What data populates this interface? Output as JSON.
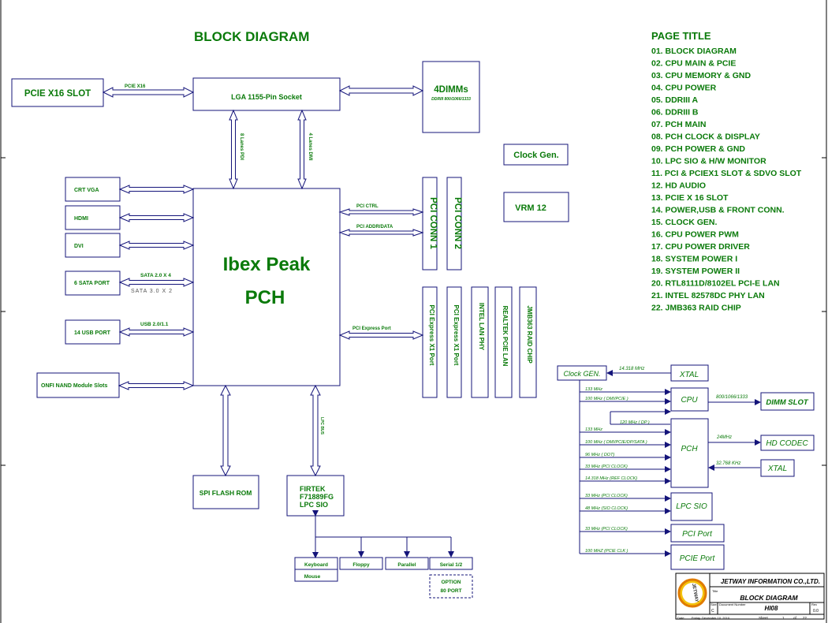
{
  "title": "BLOCK DIAGRAM",
  "page_title": {
    "heading": "PAGE  TITLE",
    "items": [
      "01. BLOCK DIAGRAM",
      "02. CPU MAIN & PCIE",
      "03. CPU MEMORY & GND",
      "04. CPU POWER",
      "05. DDRIII A",
      "06. DDRIII B",
      "07. PCH MAIN",
      "08. PCH CLOCK & DISPLAY",
      "09. PCH POWER & GND",
      "10. LPC SIO & H/W MONITOR",
      "11. PCI & PCIEX1  SLOT &  SDVO SLOT",
      "12. HD AUDIO",
      "13. PCIE X 16 SLOT",
      "14. POWER,USB & FRONT CONN.",
      "15. CLOCK GEN.",
      "16. CPU POWER PWM",
      "17. CPU POWER DRIVER",
      "18. SYSTEM POWER I",
      "19. SYSTEM POWER II",
      "20. RTL8111D/8102EL PCI-E LAN",
      "21. INTEL 82578DC PHY LAN",
      "22. JMB363 RAID CHIP"
    ]
  },
  "blocks": {
    "pcie_slot": "PCIE X16 SLOT",
    "socket": "LGA 1155-Pin Socket",
    "dimms": "4DIMMs",
    "dimms_sub": "DDRIII 800/1066/1333",
    "clock_gen": "Clock Gen.",
    "vrm": "VRM 12",
    "pch_line1": "Ibex Peak",
    "pch_line2": "PCH",
    "crt": "CRT VGA",
    "hdmi": "HDMI",
    "dvi": "DVI",
    "sata": "6 SATA PORT",
    "usb": "14 USB PORT",
    "onfi": "ONFI NAND Module Slots",
    "spi": "SPI FLASH ROM",
    "sio_line1": "FIRTEK",
    "sio_line2": "F71889FG",
    "sio_line3": "LPC SIO",
    "pci_conn1": "PCI CONN 1",
    "pci_conn2": "PCI CONN 2",
    "pcie_x1_a": "PCI Express X1 Port",
    "pcie_x1_b": "PCI Express X1 Port",
    "intel_lan": "INTEL LAN PHY",
    "realtek": "REALTEK PCIE LAN",
    "jmb": "JMB363 RAID CHIP",
    "keyboard": "Keyboard",
    "mouse": "Mouse",
    "floppy": "Floppy",
    "parallel": "Parallel",
    "serial": "Serial 1/2",
    "option_line1": "OPTION",
    "option_line2": "80 PORT"
  },
  "links": {
    "pcie_x16": "PCIE X16",
    "lanes_pdi": "8 Lanes PDI",
    "lanes_dmi": "4 Lanes DMI",
    "sata1": "SATA 2.0 X 4",
    "sata2": "SATA 3.0 X 2",
    "usb": "USB 2.0/1.1",
    "pci_ctrl": "PCI CTRL",
    "pci_addr": "PCI ADDR/DATA",
    "pci_express": "PCI Express  Port",
    "lpc_bus": "LPC BUS"
  },
  "clock_tree": {
    "clock_gen": "Clock GEN.",
    "xtal1": "XTAL",
    "xtal1_freq": "14.318 MHz",
    "cpu": "CPU",
    "dimm_slot": "DIMM SLOT",
    "dimm_freq": "800/1066/1333",
    "pch": "PCH",
    "hd_codec": "HD CODEC",
    "hd_freq": "24MHz",
    "xtal2": "XTAL",
    "xtal2_freq": "32.768 KHz",
    "lpc_sio": "LPC SIO",
    "pci_port": "PCI Port",
    "pcie_port": "PCIE Port",
    "cpu_sig1": "133 MHz",
    "cpu_sig2": "100 MHz ( DMI/PCIE )",
    "dp_sig": "120 MHz ( DP )",
    "pch_sig1": "133 MHz",
    "pch_sig2": "100 MHz ( DMI/PCIE/DP/SATA )",
    "pch_sig3": "96 MHz ( DOT)",
    "pch_sig4": "33 MHz (PCI CLOCK)",
    "pch_sig5": "14.318 MHz (REF CLOCK)",
    "sio_sig1": "33 MHz (PCI CLOCK)",
    "sio_sig2": "48 MHz (SIO CLOCK)",
    "pci_sig": "33 MHz (PCI CLOCK)",
    "pcie_sig": "100 MHZ (PCIE CLK )"
  },
  "title_block": {
    "company": "JETWAY INFORMATION CO.,LTD.",
    "logo_text": "JETWAY",
    "title_label": "Title",
    "title": "BLOCK DIAGRAM",
    "size_label": "Size",
    "size": "C",
    "doc_label": "Document Number",
    "doc": "HI08",
    "rev_label": "Rev",
    "rev": "0.0",
    "date_label": "Date:",
    "date": "Friday, December 10, 2010",
    "sheet_label": "Sheet",
    "sheet": "1",
    "of_label": "of",
    "total": "22"
  },
  "colors": {
    "green": "#0a7a0a",
    "blue": "#14147a",
    "line": "#000000"
  }
}
